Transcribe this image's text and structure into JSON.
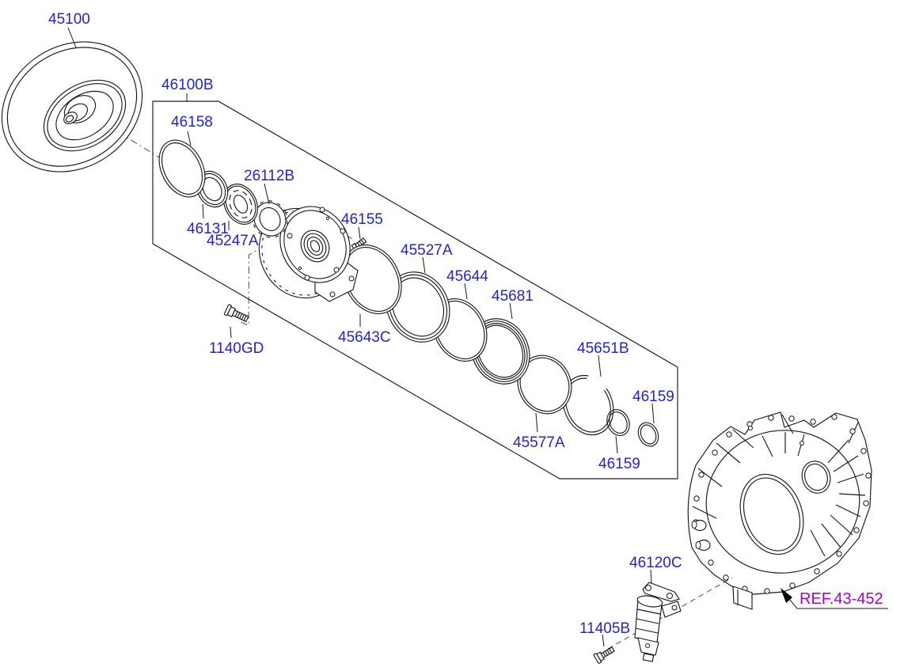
{
  "diagram": {
    "title": "transaxle-oil-pump-exploded-parts-diagram",
    "background": "#ffffff",
    "line_color": "#1a1a1a",
    "part_label_color": "#2424cf",
    "ref_label_color": "#aa00cc",
    "parts": {
      "torque_converter": {
        "part_no": "45100"
      },
      "oil_pump_sub_assembly": {
        "part_no": "46100B"
      },
      "o_ring_large": {
        "part_no": "46158"
      },
      "oil_seal": {
        "part_no": "46131"
      },
      "inner_rotor": {
        "part_no": "45247A"
      },
      "outer_rotor": {
        "part_no": "26112B"
      },
      "bolt_pump_cover": {
        "part_no": "46155"
      },
      "o_ring_pump": {
        "part_no": "45643C"
      },
      "bolt_flange": {
        "part_no": "1140GD"
      },
      "ring_45527a": {
        "part_no": "45527A"
      },
      "ring_45644": {
        "part_no": "45644"
      },
      "ring_45681": {
        "part_no": "45681"
      },
      "ring_45577a": {
        "part_no": "45577A"
      },
      "snap_ring": {
        "part_no": "45651B"
      },
      "o_ring_small_upper": {
        "part_no": "46159"
      },
      "o_ring_small_lower": {
        "part_no": "46159"
      },
      "control_valve": {
        "part_no": "46120C"
      },
      "bolt_valve": {
        "part_no": "11405B"
      }
    },
    "reference": {
      "label": "REF.43-452"
    }
  }
}
